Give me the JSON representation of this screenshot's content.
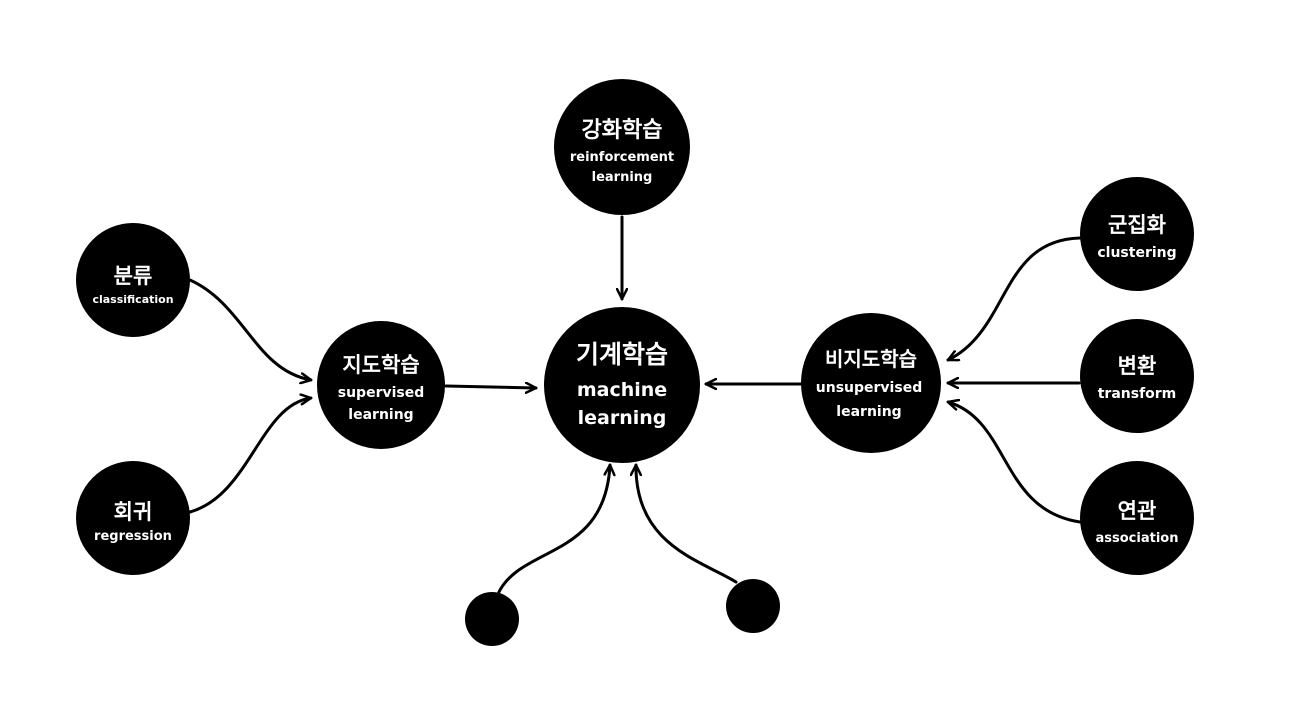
{
  "center": {
    "ko": "기계학습",
    "en1": "machine",
    "en2": "learning"
  },
  "reinforcement": {
    "ko": "강화학습",
    "en1": "reinforcement",
    "en2": "learning"
  },
  "supervised": {
    "ko": "지도학습",
    "en1": "supervised",
    "en2": "learning"
  },
  "unsupervised": {
    "ko": "비지도학습",
    "en1": "unsupervised",
    "en2": "learning"
  },
  "classification": {
    "ko": "분류",
    "en": "classification"
  },
  "regression": {
    "ko": "회귀",
    "en": "regression"
  },
  "clustering": {
    "ko": "군집화",
    "en": "clustering"
  },
  "transform": {
    "ko": "변환",
    "en": "transform"
  },
  "association": {
    "ko": "연관",
    "en": "association"
  },
  "colors": {
    "node": "#000000",
    "text": "#ffffff",
    "edge": "#000000",
    "background": "#ffffff"
  }
}
